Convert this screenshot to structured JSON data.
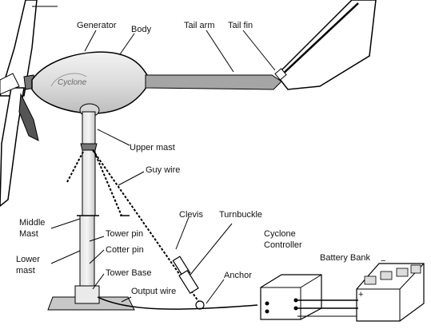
{
  "diagram": {
    "brand_text": "Cyclone",
    "labels": {
      "generator": "Generator",
      "body": "Body",
      "tail_arm": "Tail arm",
      "tail_fin": "Tail fin",
      "upper_mast": "Upper mast",
      "guy_wire": "Guy wire",
      "middle_mast_line1": "Middle",
      "middle_mast_line2": "Mast",
      "lower_mast_line1": "Lower",
      "lower_mast_line2": "mast",
      "tower_pin": "Tower pin",
      "cotter_pin": "Cotter pin",
      "tower_base": "Tower Base",
      "output_wire": "Output wire",
      "clevis": "Clevis",
      "turnbuckle": "Turnbuckle",
      "anchor": "Anchor",
      "controller_line1": "Cyclone",
      "controller_line2": "Controller",
      "battery_bank": "Battery Bank",
      "battery_plus": "+",
      "battery_minus": "−"
    }
  }
}
